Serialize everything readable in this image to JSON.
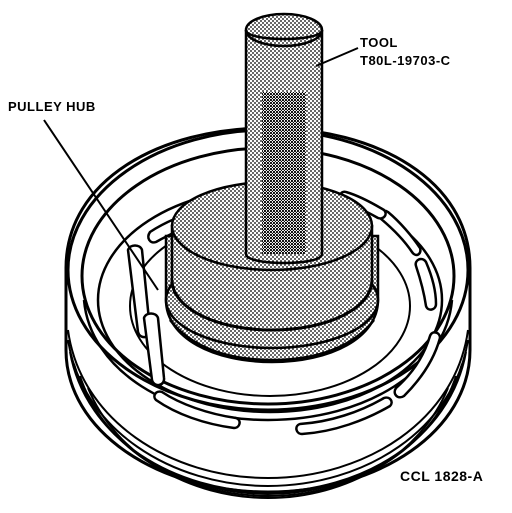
{
  "labels": {
    "tool": "TOOL",
    "tool_part_number": "T80L-19703-C",
    "pulley_hub": "PULLEY HUB",
    "figure_id": "CCL 1828-A"
  },
  "colors": {
    "ink": "#000000",
    "paper": "#ffffff",
    "stipple": "#8a8a8a"
  }
}
